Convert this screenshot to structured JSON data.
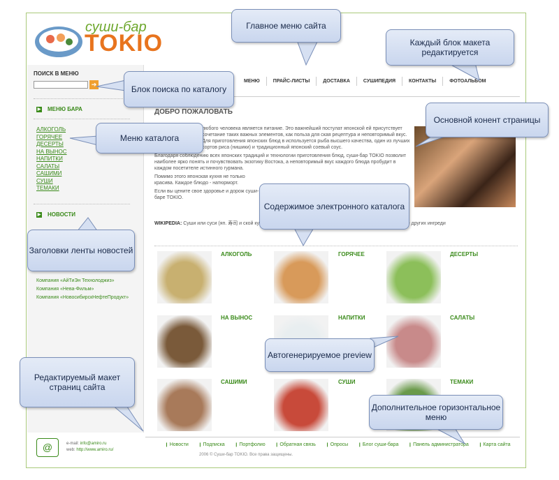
{
  "logo": {
    "subtitle": "суши-бар",
    "title": "TOKIO"
  },
  "sidebar": {
    "search_label": "ПОИСК В МЕНЮ",
    "search_value": "",
    "search_button_icon": "arrow-right-icon",
    "menu_heading": "МЕНЮ БАРА",
    "categories": [
      "АЛКОГОЛЬ",
      "ГОРЯЧЕЕ",
      "ДЕСЕРТЫ",
      "НА ВЫНОС",
      "НАПИТКИ",
      "САЛАТЫ",
      "САШИМИ",
      "СУШИ",
      "ТЕМАКИ"
    ],
    "news_heading": "НОВОСТИ",
    "news": [
      "Компания «АйТиЭн Технолоджиз»",
      "Компания «Нева-Фильм»",
      "Компания «НовосибирскНефтеПродукт»"
    ]
  },
  "top_nav": {
    "items": [
      "МЕНЮ",
      "ПРАЙС-ЛИСТЫ",
      "ДОСТАВКА",
      "СУШИПЕДИЯ",
      "КОНТАКТЫ",
      "ФОТОАЛЬБОМ"
    ]
  },
  "main": {
    "welcome_title": "ДОБРО ПОЖАЛОВАТЬ",
    "paragraphs": [
      "любого человека является питание. Это важнейший постулат японской ей присутствует сочетание таких важных элементов, как польза для ская рецептура и неповторимый вкус. Для приготовления японских блюд в используется рыба высшего качества, один из лучших сортов риса (нишики) и традиционный японский соевый соус.",
      "Благодаря соблюдению всех японских традиций и технологии приготовления блюд, суши-бар TOKIO позволит наиболее ярко понять и почувствовать экзотику Востока, а неповторимый вкус каждого блюда пробудит в каждом посетителе истинного гурмана.",
      "Помимо этого японская кухня не только красива. Каждое блюдо - натюрморт.",
      "Если вы цените свое здоровье и дорож суши-баре TOKIO."
    ],
    "wiki_label": "WIKIPEDIA:",
    "wiki_text": "Суши или суси (яп. 寿司 и ской кухни, приготовленное из риса и различных морепродуктов, а также других ингреди"
  },
  "catalog": {
    "items": [
      {
        "title": "АЛКОГОЛЬ",
        "color": "#c8b070"
      },
      {
        "title": "ГОРЯЧЕЕ",
        "color": "#d89a5a"
      },
      {
        "title": "ДЕСЕРТЫ",
        "color": "#8cbf5a"
      },
      {
        "title": "НА ВЫНОС",
        "color": "#7a5a3a"
      },
      {
        "title": "НАПИТКИ",
        "color": "#e8eef0"
      },
      {
        "title": "САЛАТЫ",
        "color": "#c88a8a"
      },
      {
        "title": "САШИМИ",
        "color": "#a87a5a"
      },
      {
        "title": "СУШИ",
        "color": "#c84a3a"
      },
      {
        "title": "ТЕМАКИ",
        "color": "#6a9a4a"
      }
    ]
  },
  "footer": {
    "email_label": "e-mail:",
    "email": "info@amiro.ru",
    "web_label": "web:",
    "web": "http://www.amiro.ru/",
    "menu": [
      "Новости",
      "Подписка",
      "Портфолио",
      "Обратная связь",
      "Опросы",
      "Блог суши-бара",
      "Панель администратора",
      "Карта сайта"
    ],
    "copyright": "2006 © Суши-бар TOKIO. Все права защищены."
  },
  "callouts": {
    "main_menu": "Главное меню сайта",
    "each_block": "Каждый блок макета редактируется",
    "search_block": "Блок поиска по каталогу",
    "catalog_menu": "Меню каталога",
    "main_content": "Основной конент страницы",
    "catalog_content": "Содержимое электронного каталога",
    "news_headers": "Заголовки ленты новостей",
    "preview": "Автогенерируемое preview",
    "editable_layout": "Редактируемый макет страниц сайта",
    "extra_menu": "Дополнительное горизонтальное меню"
  },
  "colors": {
    "accent_green": "#3a8a1a",
    "logo_orange": "#e8741e",
    "callout_fill": "#d6e0f2"
  }
}
